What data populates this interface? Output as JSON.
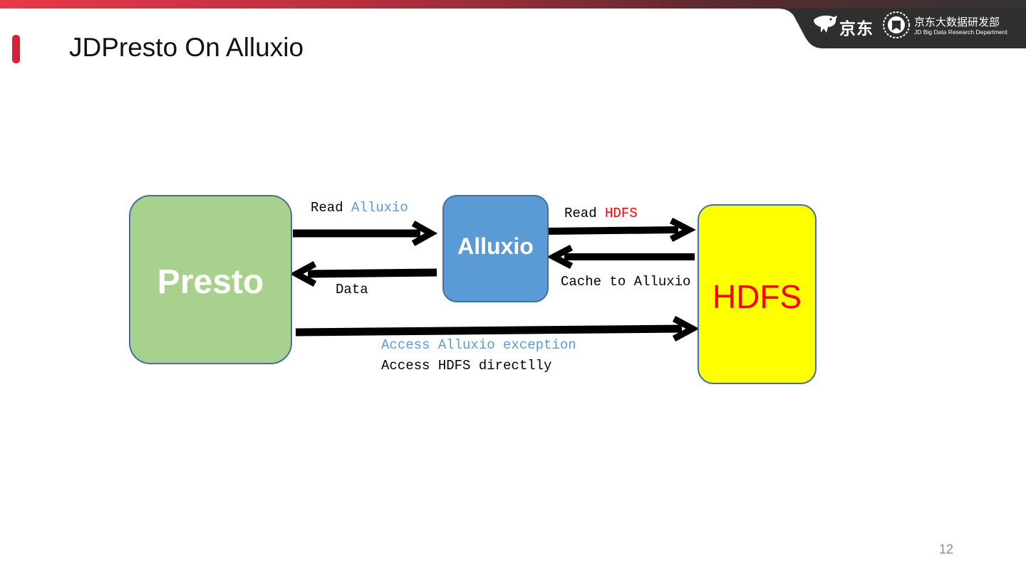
{
  "header": {
    "brand_cn": "京东",
    "dept_cn": "京东大数据研发部",
    "dept_en": "JD Big Data Research Department",
    "title": "JDPresto On Alluxio"
  },
  "diagram": {
    "nodes": {
      "presto": "Presto",
      "alluxio": "Alluxio",
      "hdfs": "HDFS"
    },
    "edges": {
      "read_alluxio_prefix": "Read ",
      "read_alluxio_target": "Alluxio",
      "read_hdfs_prefix": "Read ",
      "read_hdfs_target": "HDFS",
      "data": "Data",
      "cache": "Cache to Alluxio",
      "exception": "Access Alluxio exception",
      "direct": "Access HDFS directlly"
    }
  },
  "colors": {
    "accent_red": "#d91e36",
    "presto_fill": "#a9d18e",
    "alluxio_fill": "#5b9bd5",
    "hdfs_fill": "#ffff00",
    "hdfs_text": "#ff0000"
  },
  "footer": {
    "page_number": "12"
  }
}
